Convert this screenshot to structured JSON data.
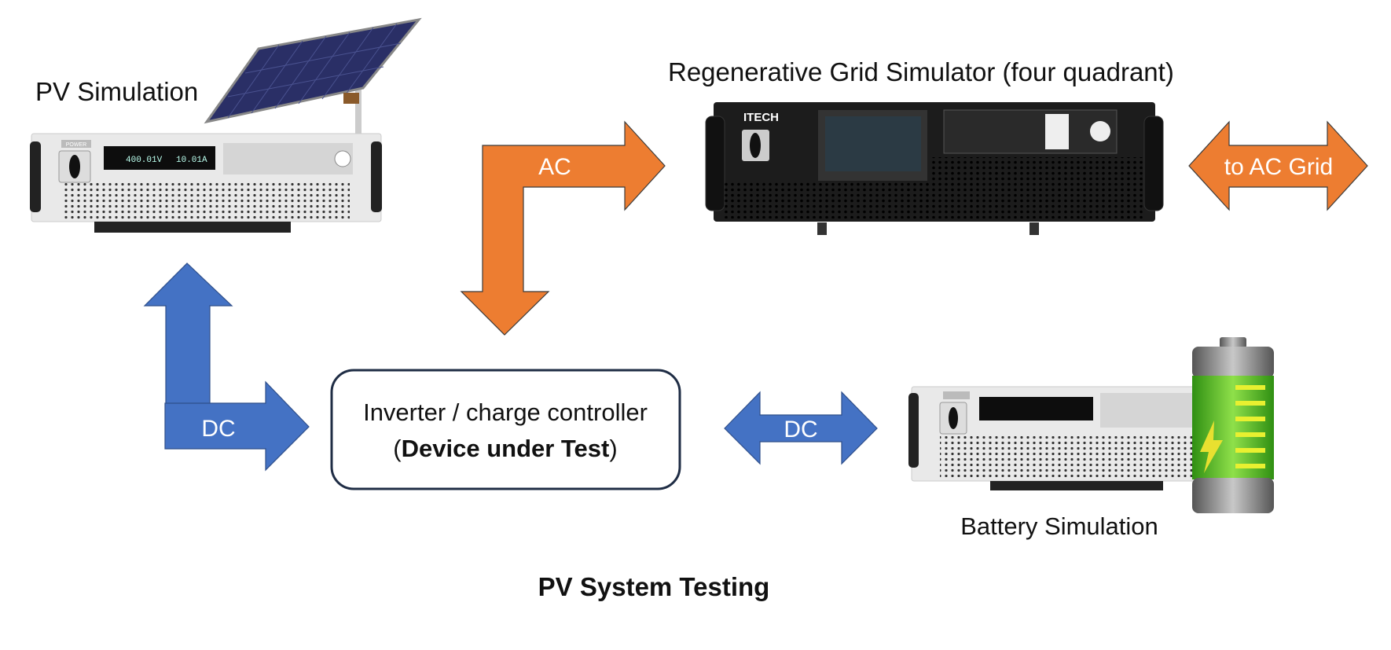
{
  "labels": {
    "pv_simulation": "PV Simulation",
    "grid_simulator": "Regenerative Grid Simulator (four quadrant)",
    "battery_simulation": "Battery Simulation",
    "title": "PV System Testing"
  },
  "dut": {
    "line1": "Inverter / charge controller",
    "line2_open": "(",
    "line2_bold": "Device under Test",
    "line2_close": ")"
  },
  "arrows": {
    "ac": "AC",
    "to_grid": "to AC Grid",
    "dc_pv": "DC",
    "dc_battery": "DC"
  },
  "devices": {
    "pv_display_voltage": "400.01V",
    "pv_display_current": "10.01A",
    "power_label": "POWER",
    "grid_brand": "ITECH"
  },
  "colors": {
    "orange": "#ED7D31",
    "blue": "#4472C4",
    "dut_border": "#1F2D45"
  }
}
